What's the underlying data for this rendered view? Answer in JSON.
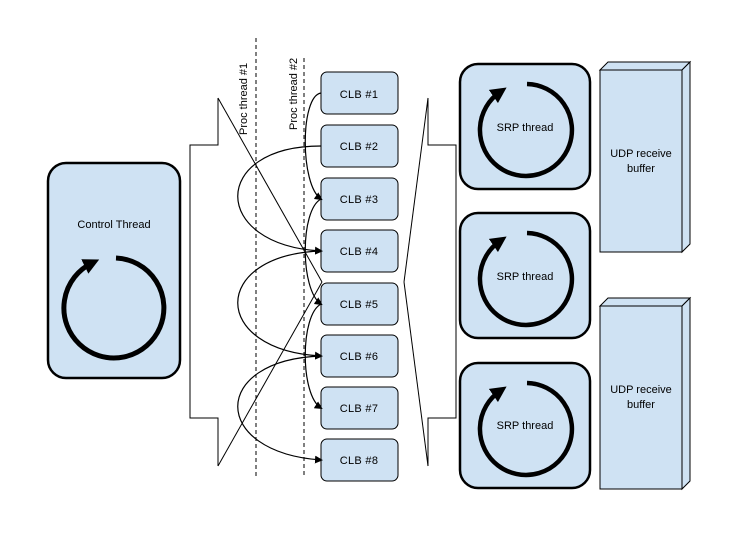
{
  "colors": {
    "box_fill": "#cfe2f3",
    "stroke": "#000000",
    "background": "#ffffff"
  },
  "control_thread": {
    "label": "Control Thread",
    "icon": "circular-arrow-icon"
  },
  "proc_threads": [
    {
      "label": "Proc thread #1"
    },
    {
      "label": "Proc thread #2"
    }
  ],
  "clbs": [
    {
      "label": "CLB  #1"
    },
    {
      "label": "CLB  #2"
    },
    {
      "label": "CLB  #3"
    },
    {
      "label": "CLB  #4"
    },
    {
      "label": "CLB  #5"
    },
    {
      "label": "CLB  #6"
    },
    {
      "label": "CLB  #7"
    },
    {
      "label": "CLB  #8"
    }
  ],
  "srp_threads": [
    {
      "label": "SRP thread",
      "icon": "circular-arrow-icon"
    },
    {
      "label": "SRP thread",
      "icon": "circular-arrow-icon"
    },
    {
      "label": "SRP thread",
      "icon": "circular-arrow-icon"
    }
  ],
  "udp_buffers": [
    {
      "line1": "UDP receive",
      "line2": "buffer"
    },
    {
      "line1": "UDP receive",
      "line2": "buffer"
    }
  ]
}
